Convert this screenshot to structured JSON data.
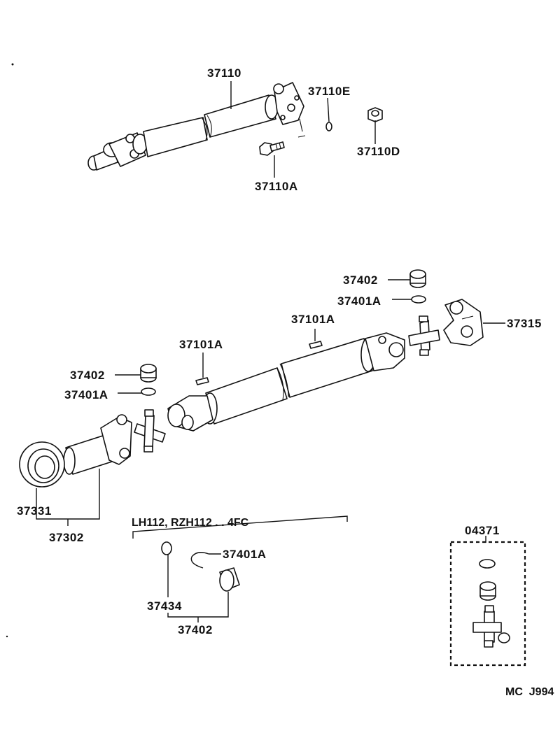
{
  "labels": {
    "shaft_rear": "37110",
    "flange_rear": "37110E",
    "nut_rear": "37110D",
    "bolt_rear": "37110A",
    "spider_bearing_top": "37402",
    "snap_ring_top": "37401A",
    "flange_yoke": "37315",
    "balance_weight_right": "37101A",
    "balance_weight_left": "37101A",
    "spider_bearing_left": "37402",
    "snap_ring_left": "37401A",
    "center_bearing": "37331",
    "sleeve_yoke_assy": "37302",
    "snap_ring_detail": "37401A",
    "washer_detail": "37434",
    "bearing_detail": "37402",
    "kit": "04371"
  },
  "notes": {
    "model_condition": "LH112, RZH112 . . 4FC",
    "figure_code": "MC  J994"
  }
}
